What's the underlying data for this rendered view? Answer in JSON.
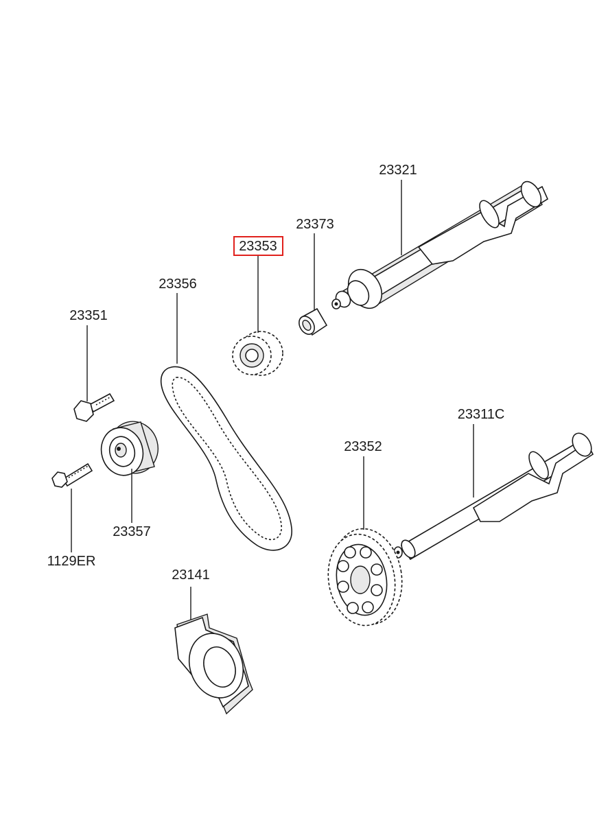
{
  "diagram": {
    "labels": {
      "p23321": "23321",
      "p23373": "23373",
      "p23353": "23353",
      "p23356": "23356",
      "p23351": "23351",
      "p23311C": "23311C",
      "p23352": "23352",
      "p23357": "23357",
      "p1129ER": "1129ER",
      "p23141": "23141"
    },
    "highlighted_part": "23353",
    "highlight_color": "#e0201c",
    "line_color": "#1a1a1a"
  }
}
